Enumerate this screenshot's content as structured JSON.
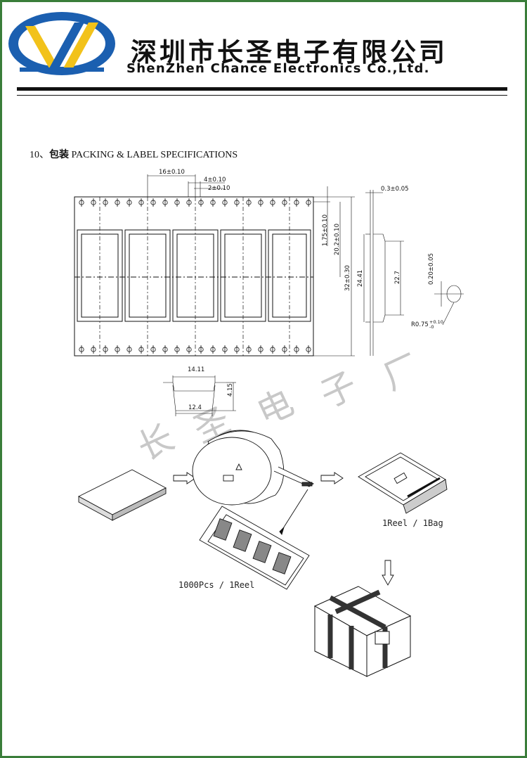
{
  "header": {
    "company_cn": "深圳市长圣电子有限公司",
    "company_en": "ShenZhen Chance Electronics Co.,Ltd."
  },
  "section": {
    "number": "10、",
    "title_cn": "包装",
    "title_en": " PACKING & LABEL SPECIFICATIONS"
  },
  "dims": {
    "pitch": "16±0.10",
    "hole_pitch": "4±0.10",
    "hole_offset": "2±0.10",
    "edge": "1.75±0.10",
    "pocket_pitch": "20.2±0.10",
    "tape_width": "32±0.30",
    "thickness": "0.3±0.05",
    "inner_a": "24.41",
    "inner_b": "22.7",
    "cover": "0.20±0.05",
    "radius": "R0.75",
    "radius_tol": "+0.10",
    "radius_tol2": "-0",
    "top_width": "14.11",
    "depth": "4.15",
    "bottom_width": "12.4"
  },
  "captions": {
    "reel": "1000Pcs / 1Reel",
    "bag": "1Reel / 1Bag"
  },
  "watermark": [
    "长",
    "圣",
    "电",
    "子",
    "厂"
  ],
  "colors": {
    "frame": "#3a7d3a",
    "logo_blue": "#1b5fb0",
    "logo_yellow": "#f2c21a"
  }
}
